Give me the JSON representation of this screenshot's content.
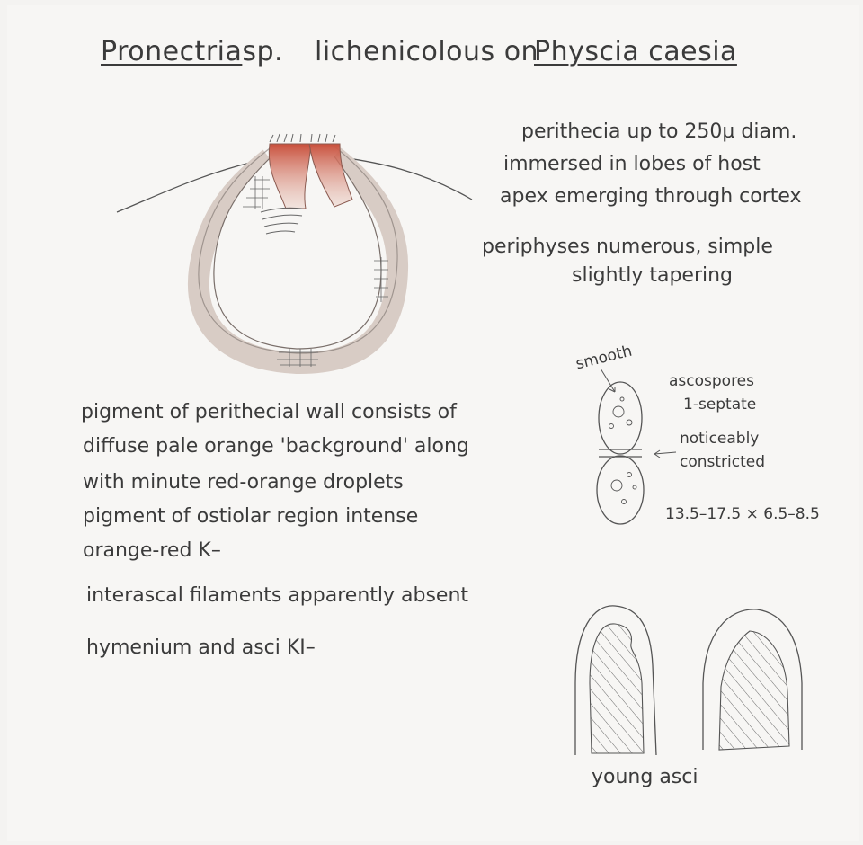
{
  "title": {
    "genus": "Pronectria",
    "sp": "sp.",
    "habit": "lichenicolous on",
    "host": "Physcia caesia"
  },
  "perithecia_notes": [
    "perithecia up to 250µ diam.",
    "immersed in lobes of host",
    "apex emerging through cortex"
  ],
  "periphyses_notes": [
    "periphyses numerous, simple",
    "slightly tapering"
  ],
  "ascospore": {
    "smooth_label": "smooth",
    "label_lines": [
      "ascospores",
      "1-septate",
      "noticeably",
      "constricted"
    ],
    "measurement": "13.5–17.5 × 6.5–8.5"
  },
  "pigment_notes": [
    "pigment of perithecial wall consists of",
    "diffuse pale orange 'background' along",
    "with minute red-orange droplets",
    "pigment of ostiolar region intense",
    "orange-red K–",
    "interascal filaments apparently absent",
    "hymenium and asci KI–"
  ],
  "asci_label": "young asci",
  "colors": {
    "paper": "#f7f6f4",
    "ink": "#3b3b3b",
    "wall": "#d9cfc8",
    "ostiole": "#c9503c"
  }
}
